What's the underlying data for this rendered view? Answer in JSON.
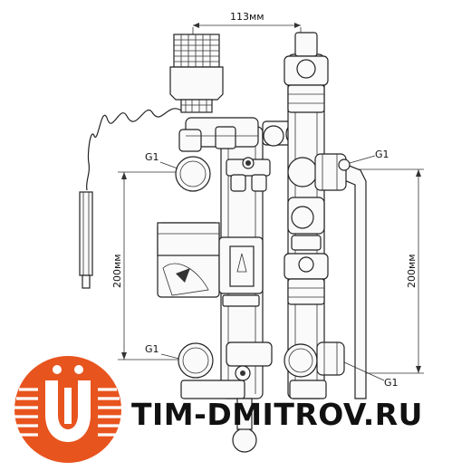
{
  "dimensions": {
    "top_width": "113мм",
    "left_height": "200мм",
    "right_height": "200мм"
  },
  "connections": {
    "top_left": "G1",
    "top_right": "G1",
    "bottom_left": "G1",
    "bottom_right": "G1"
  },
  "brand": {
    "website": "TIM-DMITROV.RU",
    "logo_color": "#e8541e"
  }
}
